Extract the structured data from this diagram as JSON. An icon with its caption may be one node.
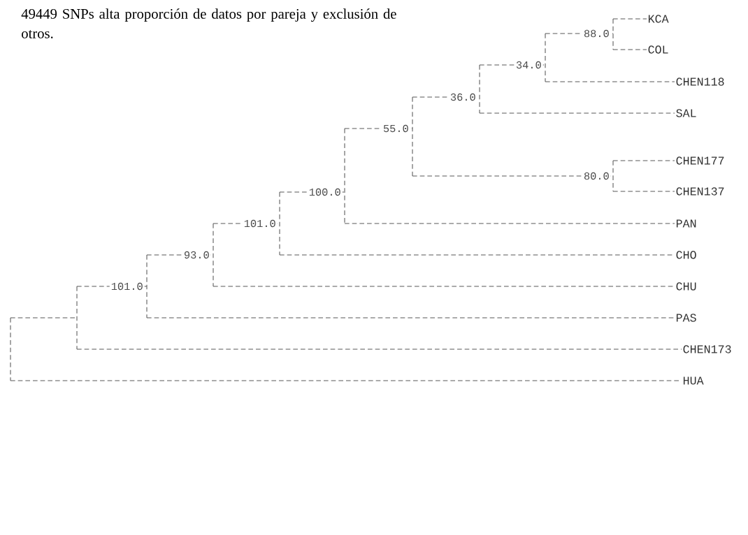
{
  "diagram": {
    "title": "49449 SNPs alta proporción de datos por pareja y exclusión de otros.",
    "nodes": [
      {
        "text": [
          "KCA"
        ]
      },
      {
        "text": [
          "COL"
        ]
      },
      {
        "text": [
          "CHEN118"
        ]
      },
      {
        "text": [
          "SAL"
        ]
      },
      {
        "text": [
          "CHEN177"
        ]
      },
      {
        "text": [
          "CHEN137"
        ]
      },
      {
        "text": [
          "PAN"
        ]
      },
      {
        "text": [
          "CHO"
        ]
      },
      {
        "text": [
          "CHU"
        ]
      },
      {
        "text": [
          "PAS"
        ]
      },
      {
        "text": [
          "CHEN173"
        ]
      },
      {
        "text": [
          "HUA"
        ]
      },
      {
        "text": [],
        "shape": "bar"
      },
      {
        "text": [],
        "shape": "bar"
      },
      {
        "text": [],
        "shape": "bar"
      },
      {
        "text": [],
        "shape": "bar"
      },
      {
        "text": [],
        "shape": "bar"
      },
      {
        "text": [],
        "shape": "bar"
      },
      {
        "text": [],
        "shape": "bar"
      },
      {
        "text": [],
        "shape": "bar"
      },
      {
        "text": [],
        "shape": "bar"
      },
      {
        "text": [],
        "shape": "bar"
      },
      {
        "text": [],
        "shape": "bar"
      }
    ],
    "edges": [
      {
        "from": 12,
        "to": 13,
        "arrow": "none"
      },
      {
        "from": 12,
        "to": 11,
        "arrow": "none"
      },
      {
        "from": 13,
        "to": 14,
        "arrow": "none",
        "label": "101.0"
      },
      {
        "from": 13,
        "to": 10,
        "arrow": "none"
      },
      {
        "from": 14,
        "to": 15,
        "arrow": "none",
        "label": "93.0"
      },
      {
        "from": 14,
        "to": 9,
        "arrow": "none"
      },
      {
        "from": 15,
        "to": 16,
        "arrow": "none",
        "label": "101.0"
      },
      {
        "from": 15,
        "to": 8,
        "arrow": "none"
      },
      {
        "from": 16,
        "to": 17,
        "arrow": "none",
        "label": "100.0"
      },
      {
        "from": 16,
        "to": 7,
        "arrow": "none"
      },
      {
        "from": 17,
        "to": 18,
        "arrow": "none",
        "label": "55.0"
      },
      {
        "from": 17,
        "to": 6,
        "arrow": "none"
      },
      {
        "from": 18,
        "to": 19,
        "arrow": "none",
        "label": "36.0"
      },
      {
        "from": 18,
        "to": 22,
        "arrow": "none",
        "label": "80.0"
      },
      {
        "from": 19,
        "to": 20,
        "arrow": "none",
        "label": "34.0"
      },
      {
        "from": 19,
        "to": 3,
        "arrow": "none"
      },
      {
        "from": 20,
        "to": 21,
        "arrow": "none",
        "label": "88.0"
      },
      {
        "from": 20,
        "to": 2,
        "arrow": "none"
      },
      {
        "from": 21,
        "to": 0,
        "arrow": "none"
      },
      {
        "from": 21,
        "to": 1,
        "arrow": "none"
      },
      {
        "from": 22,
        "to": 4,
        "arrow": "none"
      },
      {
        "from": 22,
        "to": 5,
        "arrow": "none"
      }
    ]
  }
}
